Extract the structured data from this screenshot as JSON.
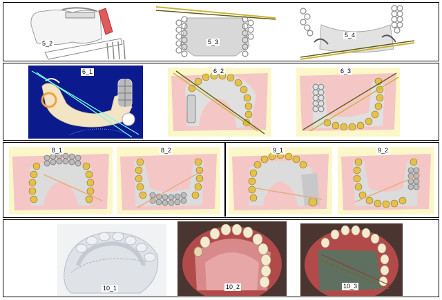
{
  "figures": {
    "f5_2": "5_2",
    "f5_3": "5_3",
    "f5_4": "5_4",
    "f6_1": "6_1",
    "f6_2": "6_2",
    "f6_3": "6_3",
    "f8_1": "8_1",
    "f8_2": "8_2",
    "f9_1": "9_1",
    "f9_2": "9_2",
    "f10_1": "10_1",
    "f10_2": "10_2",
    "f10_3": "10_3"
  },
  "colors": {
    "pale_yellow": "#fbf7c8",
    "gum_pink": "#f5c6c6",
    "tooth_yellow": "#e6c14a",
    "navy": "#0b1a8c",
    "survey_line": "#6b6b1a",
    "gray_frame": "#bdbdbd"
  }
}
